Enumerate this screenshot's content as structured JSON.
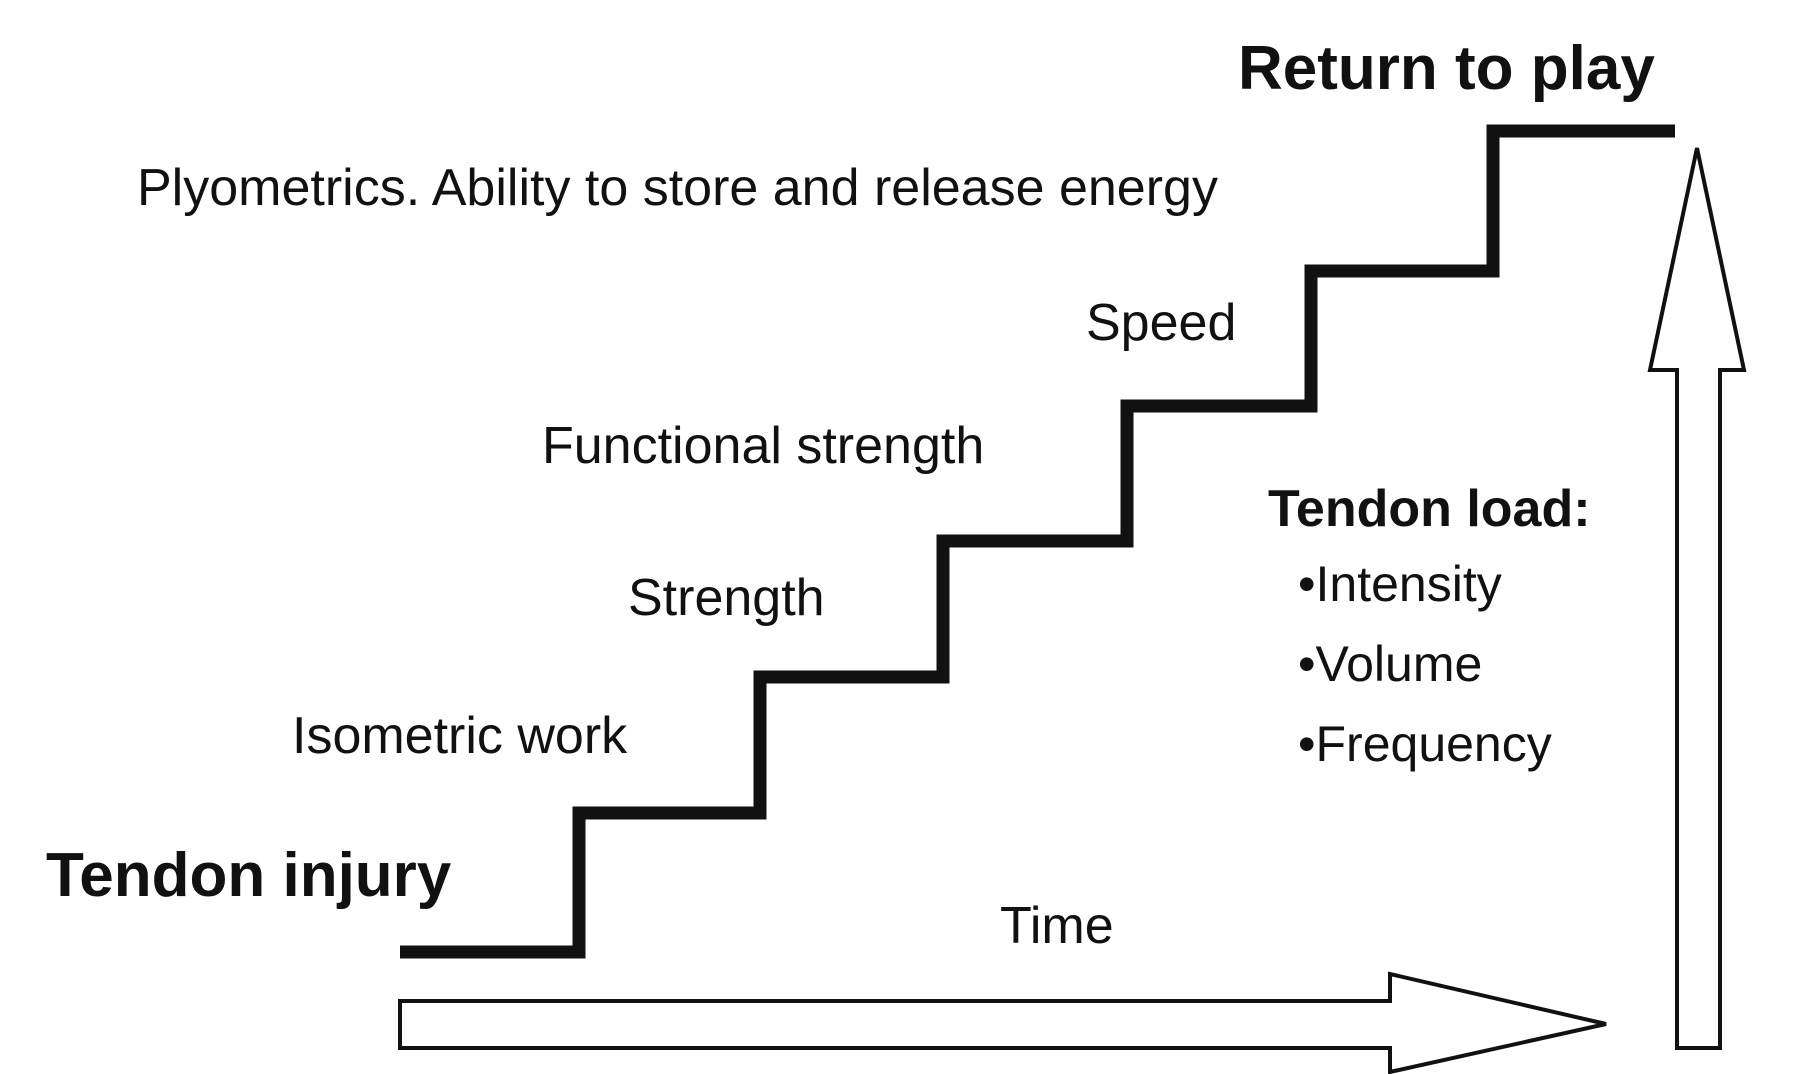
{
  "diagram": {
    "start_label": "Tendon injury",
    "end_label": "Return to play",
    "time_label": "Time",
    "steps": [
      {
        "label": "Isometric work"
      },
      {
        "label": "Strength"
      },
      {
        "label": "Functional strength"
      },
      {
        "label": "Speed"
      },
      {
        "label": "Plyometrics. Ability to store and release energy"
      }
    ],
    "load": {
      "title": "Tendon load:",
      "items": [
        "•Intensity",
        "•Volume",
        "•Frequency"
      ]
    },
    "colors": {
      "ink": "#111111",
      "background": "#ffffff"
    }
  }
}
